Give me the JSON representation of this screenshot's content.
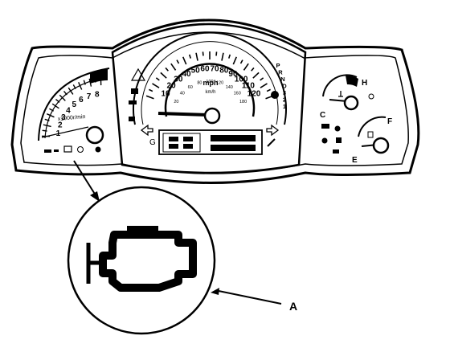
{
  "speedometer": {
    "unit_main": "mph",
    "unit_sub": "km/h",
    "mph_labels": [
      "10",
      "20",
      "30",
      "40",
      "50",
      "60",
      "70",
      "80",
      "90",
      "100",
      "110",
      "120"
    ],
    "kmh_labels": [
      "20",
      "40",
      "60",
      "80",
      "100",
      "120",
      "140",
      "160",
      "180"
    ]
  },
  "tachometer": {
    "numbers": [
      "1",
      "2",
      "3",
      "4",
      "5",
      "6",
      "7",
      "8"
    ],
    "unit": "x1000r/min"
  },
  "temperature_gauge": {
    "hot_label": "H",
    "cold_label": "C"
  },
  "fuel_gauge": {
    "full_label": "F",
    "empty_label": "E"
  },
  "transmission": {
    "gears": [
      "P",
      "R",
      "N",
      "D",
      "3",
      "2",
      "1"
    ]
  },
  "callout": {
    "label": "A",
    "icon": "check-engine-icon"
  }
}
